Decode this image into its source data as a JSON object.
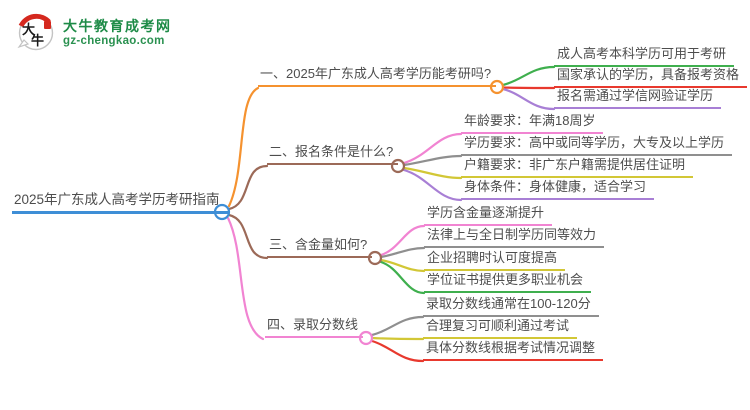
{
  "logo": {
    "icon_text": "大牛",
    "title": "大牛教育成考网",
    "url": "gz-chengkao.com",
    "brand_green": "#1e8b47",
    "seal_red": "#d5281e"
  },
  "mindmap": {
    "root": {
      "label": "2025年广东成人高考学历考研指南",
      "color": "#3e8ed6"
    },
    "branches": [
      {
        "label": "一、2025年广东成人高考学历能考研吗?",
        "color": "#f5922f",
        "children": [
          {
            "text": "成人高考本科学历可用于考研",
            "color": "#3faf4e"
          },
          {
            "text": "国家承认的学历，具备报考资格",
            "color": "#e8392e"
          },
          {
            "text": "报名需通过学信网验证学历",
            "color": "#a87fd5"
          }
        ]
      },
      {
        "label": "二、报名条件是什么?",
        "color": "#9c6a58",
        "children": [
          {
            "text": "年龄要求：年满18周岁",
            "color": "#f184d2"
          },
          {
            "text": "学历要求：高中或同等学历，大专及以上学历",
            "color": "#8f8f8f"
          },
          {
            "text": "户籍要求：非广东户籍需提供居住证明",
            "color": "#d2c736"
          },
          {
            "text": "身体条件：身体健康，适合学习",
            "color": "#a87fd5"
          }
        ]
      },
      {
        "label": "三、含金量如何?",
        "color": "#9c6a58",
        "children": [
          {
            "text": "学历含金量逐渐提升",
            "color": "#f184d2"
          },
          {
            "text": "法律上与全日制学历同等效力",
            "color": "#8f8f8f"
          },
          {
            "text": "企业招聘时认可度提高",
            "color": "#d2c736"
          },
          {
            "text": "学位证书提供更多职业机会",
            "color": "#3faf4e"
          }
        ]
      },
      {
        "label": "四、录取分数线",
        "color": "#f184d2",
        "children": [
          {
            "text": "录取分数线通常在100-120分",
            "color": "#8f8f8f"
          },
          {
            "text": "合理复习可顺利通过考试",
            "color": "#d2c736"
          },
          {
            "text": "具体分数线根据考试情况调整",
            "color": "#e8392e"
          }
        ]
      }
    ]
  }
}
